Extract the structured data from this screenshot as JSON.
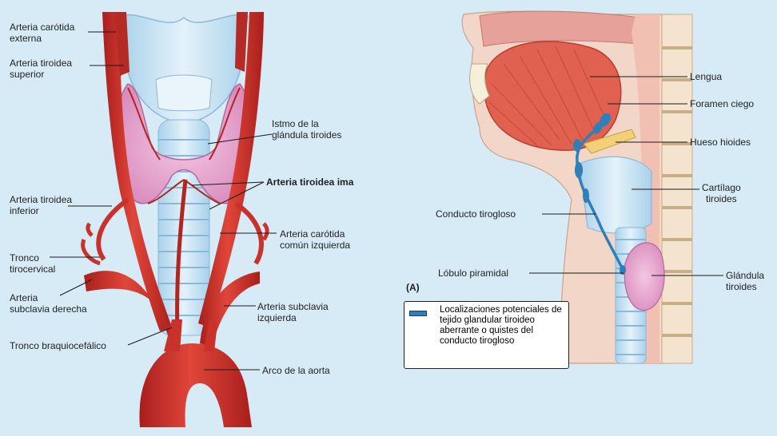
{
  "left_panel": {
    "labels": [
      {
        "id": "carotida-externa",
        "text": "Arteria carótida\nexterna"
      },
      {
        "id": "tiroidea-superior",
        "text": "Arteria tiroidea\nsuperior"
      },
      {
        "id": "istmo",
        "text": "Istmo de la\nglándula tiroides"
      },
      {
        "id": "tiroidea-ima",
        "text": "Arteria tiroidea ima"
      },
      {
        "id": "tiroidea-inferior",
        "text": "Arteria tiroidea\ninferior"
      },
      {
        "id": "carotida-comun",
        "text": "Arteria carótida\ncomún izquierda"
      },
      {
        "id": "tronco-tirocervical",
        "text": "Tronco\ntirocervical"
      },
      {
        "id": "subclavia-derecha",
        "text": "Arteria\nsubclavia derecha"
      },
      {
        "id": "subclavia-izquierda",
        "text": "Arteria subclavia\nizquierda"
      },
      {
        "id": "tronco-braquiocefalico",
        "text": "Tronco braquiocefálico"
      },
      {
        "id": "arco-aorta",
        "text": "Arco de la aorta"
      }
    ]
  },
  "right_panel": {
    "panel_letter": "(A)",
    "labels": [
      {
        "id": "lengua",
        "text": "Lengua"
      },
      {
        "id": "foramen-ciego",
        "text": "Foramen ciego"
      },
      {
        "id": "hueso-hioides",
        "text": "Hueso hioides"
      },
      {
        "id": "cartilago-tiroides",
        "text": "Cartílago\ntiroides"
      },
      {
        "id": "conducto-tirogloso",
        "text": "Conducto tirogloso"
      },
      {
        "id": "lobulo-piramidal",
        "text": "Lóbulo piramidal"
      },
      {
        "id": "glandula-tiroides",
        "text": "Glándula\ntiroides"
      }
    ],
    "legend": {
      "text": "Localizaciones potenciales de tejido glandular tiroideo aberrante o quistes del conducto tirogloso",
      "swatch_color": "#2f7fb8"
    }
  },
  "colors": {
    "background": "#d7ebf7",
    "artery": "#c8322b",
    "thyroid": "#e8a8d0",
    "cartilage": "#b9dcef",
    "tongue": "#e0614f",
    "duct": "#2f7fb8"
  }
}
